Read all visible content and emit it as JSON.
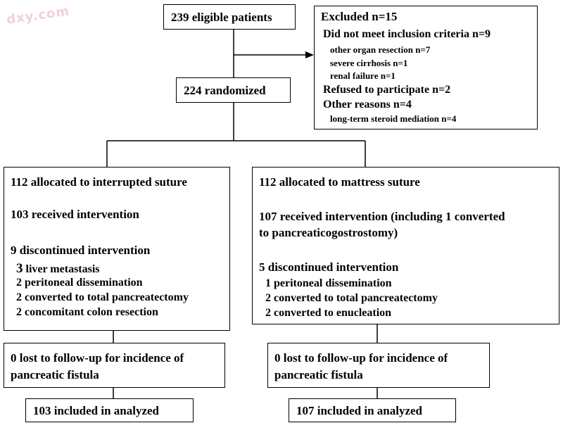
{
  "watermark": "dxy.com",
  "eligible": "239 eligible patients",
  "excluded": {
    "title": "Excluded n=15",
    "criteria": "Did not meet inclusion criteria n=9",
    "organ": "other organ resection n=7",
    "cirrhosis": "severe cirrhosis n=1",
    "renal": "renal failure n=1",
    "refused": "Refused to participate n=2",
    "other": "Other reasons n=4",
    "steroid": "long-term steroid mediation n=4"
  },
  "randomized": "224 randomized",
  "left": {
    "allocated": "112 allocated to interrupted suture",
    "received": "103 received intervention",
    "discontinued": "9 discontinued intervention",
    "reasons": [
      {
        "n": "3",
        "text": "liver metastasis"
      },
      {
        "n": "2",
        "text": "peritoneal dissemination"
      },
      {
        "n": "2",
        "text": "converted to total pancreatectomy"
      },
      {
        "n": "2",
        "text": "concomitant colon resection"
      }
    ],
    "lost_line1": "0 lost to follow-up for incidence of",
    "lost_line2": "pancreatic fistula",
    "analyzed": "103 included in analyzed"
  },
  "right": {
    "allocated": "112 allocated to mattress suture",
    "received_line1": "107 received intervention (including 1 converted",
    "received_line2": "to pancreaticogostrostomy)",
    "discontinued": "5 discontinued intervention",
    "reasons": [
      {
        "n": "1",
        "text": "peritoneal dissemination"
      },
      {
        "n": "2",
        "text": "converted to total pancreatectomy"
      },
      {
        "n": "2",
        "text": "converted to enucleation"
      }
    ],
    "lost_line1": "0 lost to follow-up for incidence of",
    "lost_line2": "pancreatic fistula",
    "analyzed": "107 included in analyzed"
  }
}
